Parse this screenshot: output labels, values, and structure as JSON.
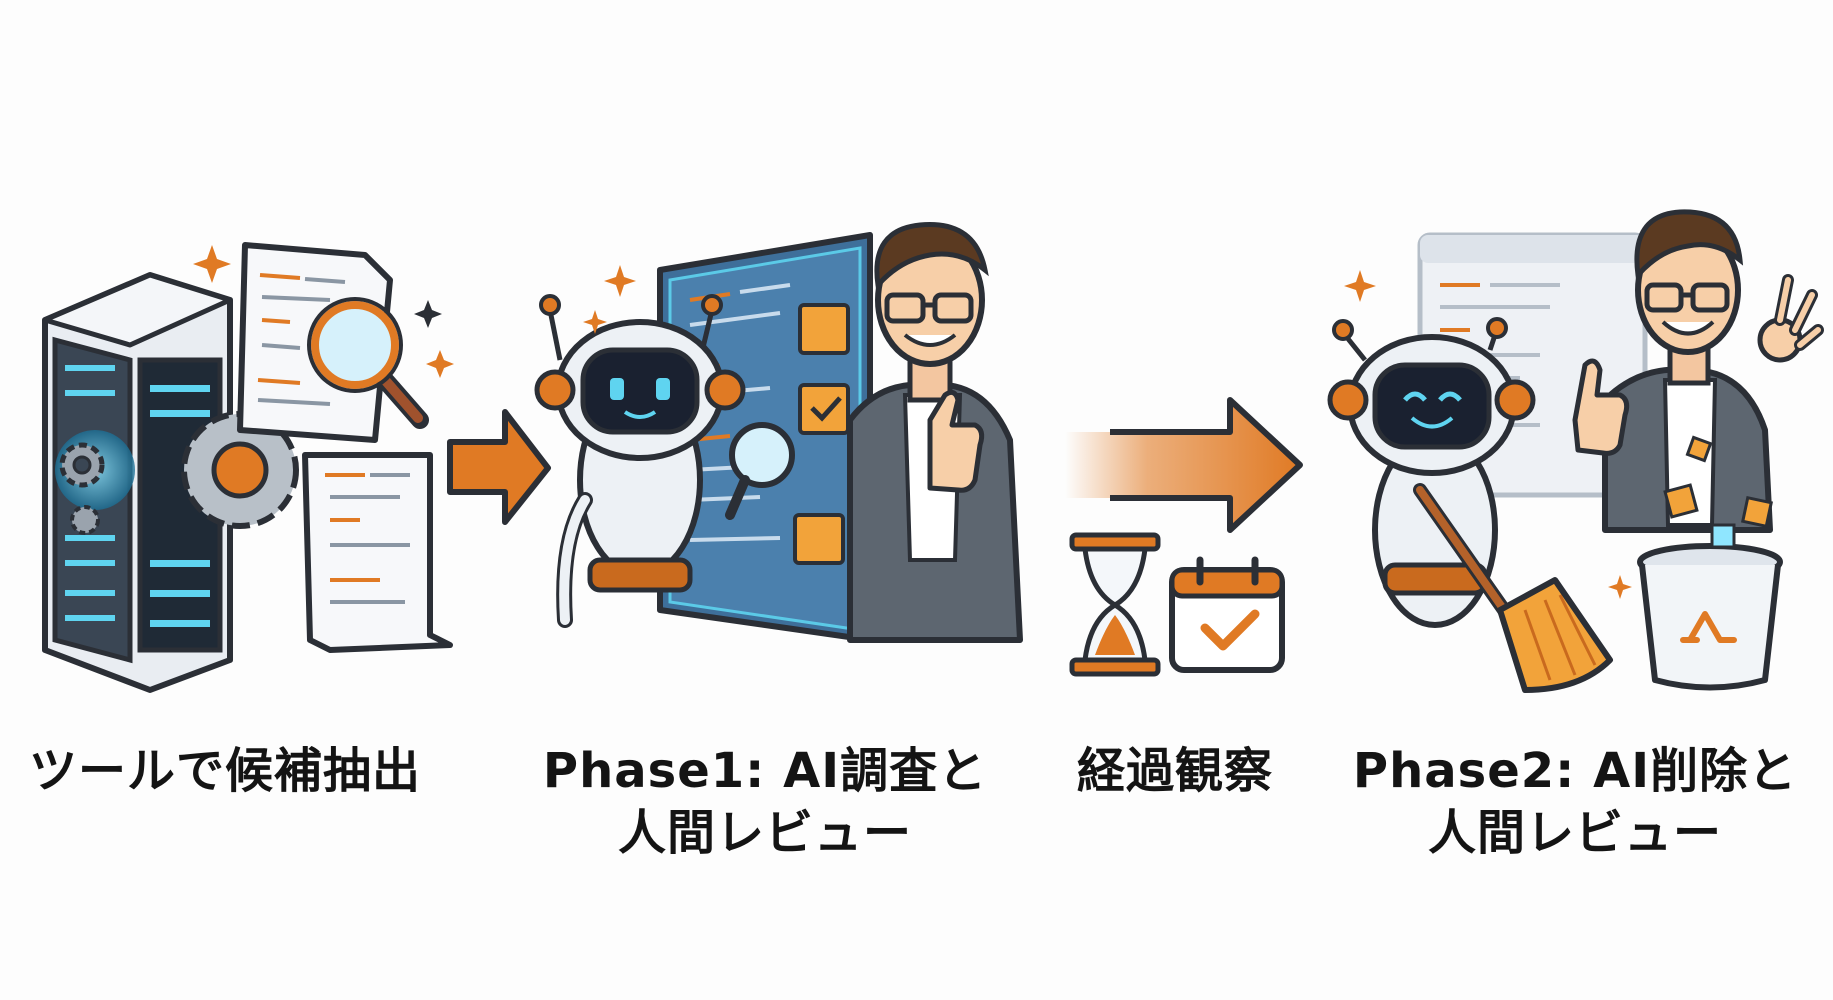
{
  "steps": [
    {
      "line1": "ツールで候補抽出",
      "line2": ""
    },
    {
      "line1": "Phase1: AI調査と",
      "line2": "人間レビュー"
    },
    {
      "line1": "経過観察",
      "line2": ""
    },
    {
      "line1": "Phase2: AI削除と",
      "line2": "人間レビュー"
    }
  ],
  "icons": [
    "server-icon",
    "document-icon",
    "magnifier-icon",
    "gear-icon",
    "robot-icon",
    "code-board-icon",
    "person-icon",
    "thumbs-up-icon",
    "arrow-icon",
    "hourglass-icon",
    "calendar-check-icon",
    "broom-icon",
    "trash-can-icon",
    "recycle-icon",
    "sparkle-icon"
  ],
  "colors": {
    "accent": "#e07a24",
    "outline": "#2b2f36",
    "glow": "#5fd4f0",
    "panel": "#3e6f9a",
    "shirt": "#5d6670"
  }
}
